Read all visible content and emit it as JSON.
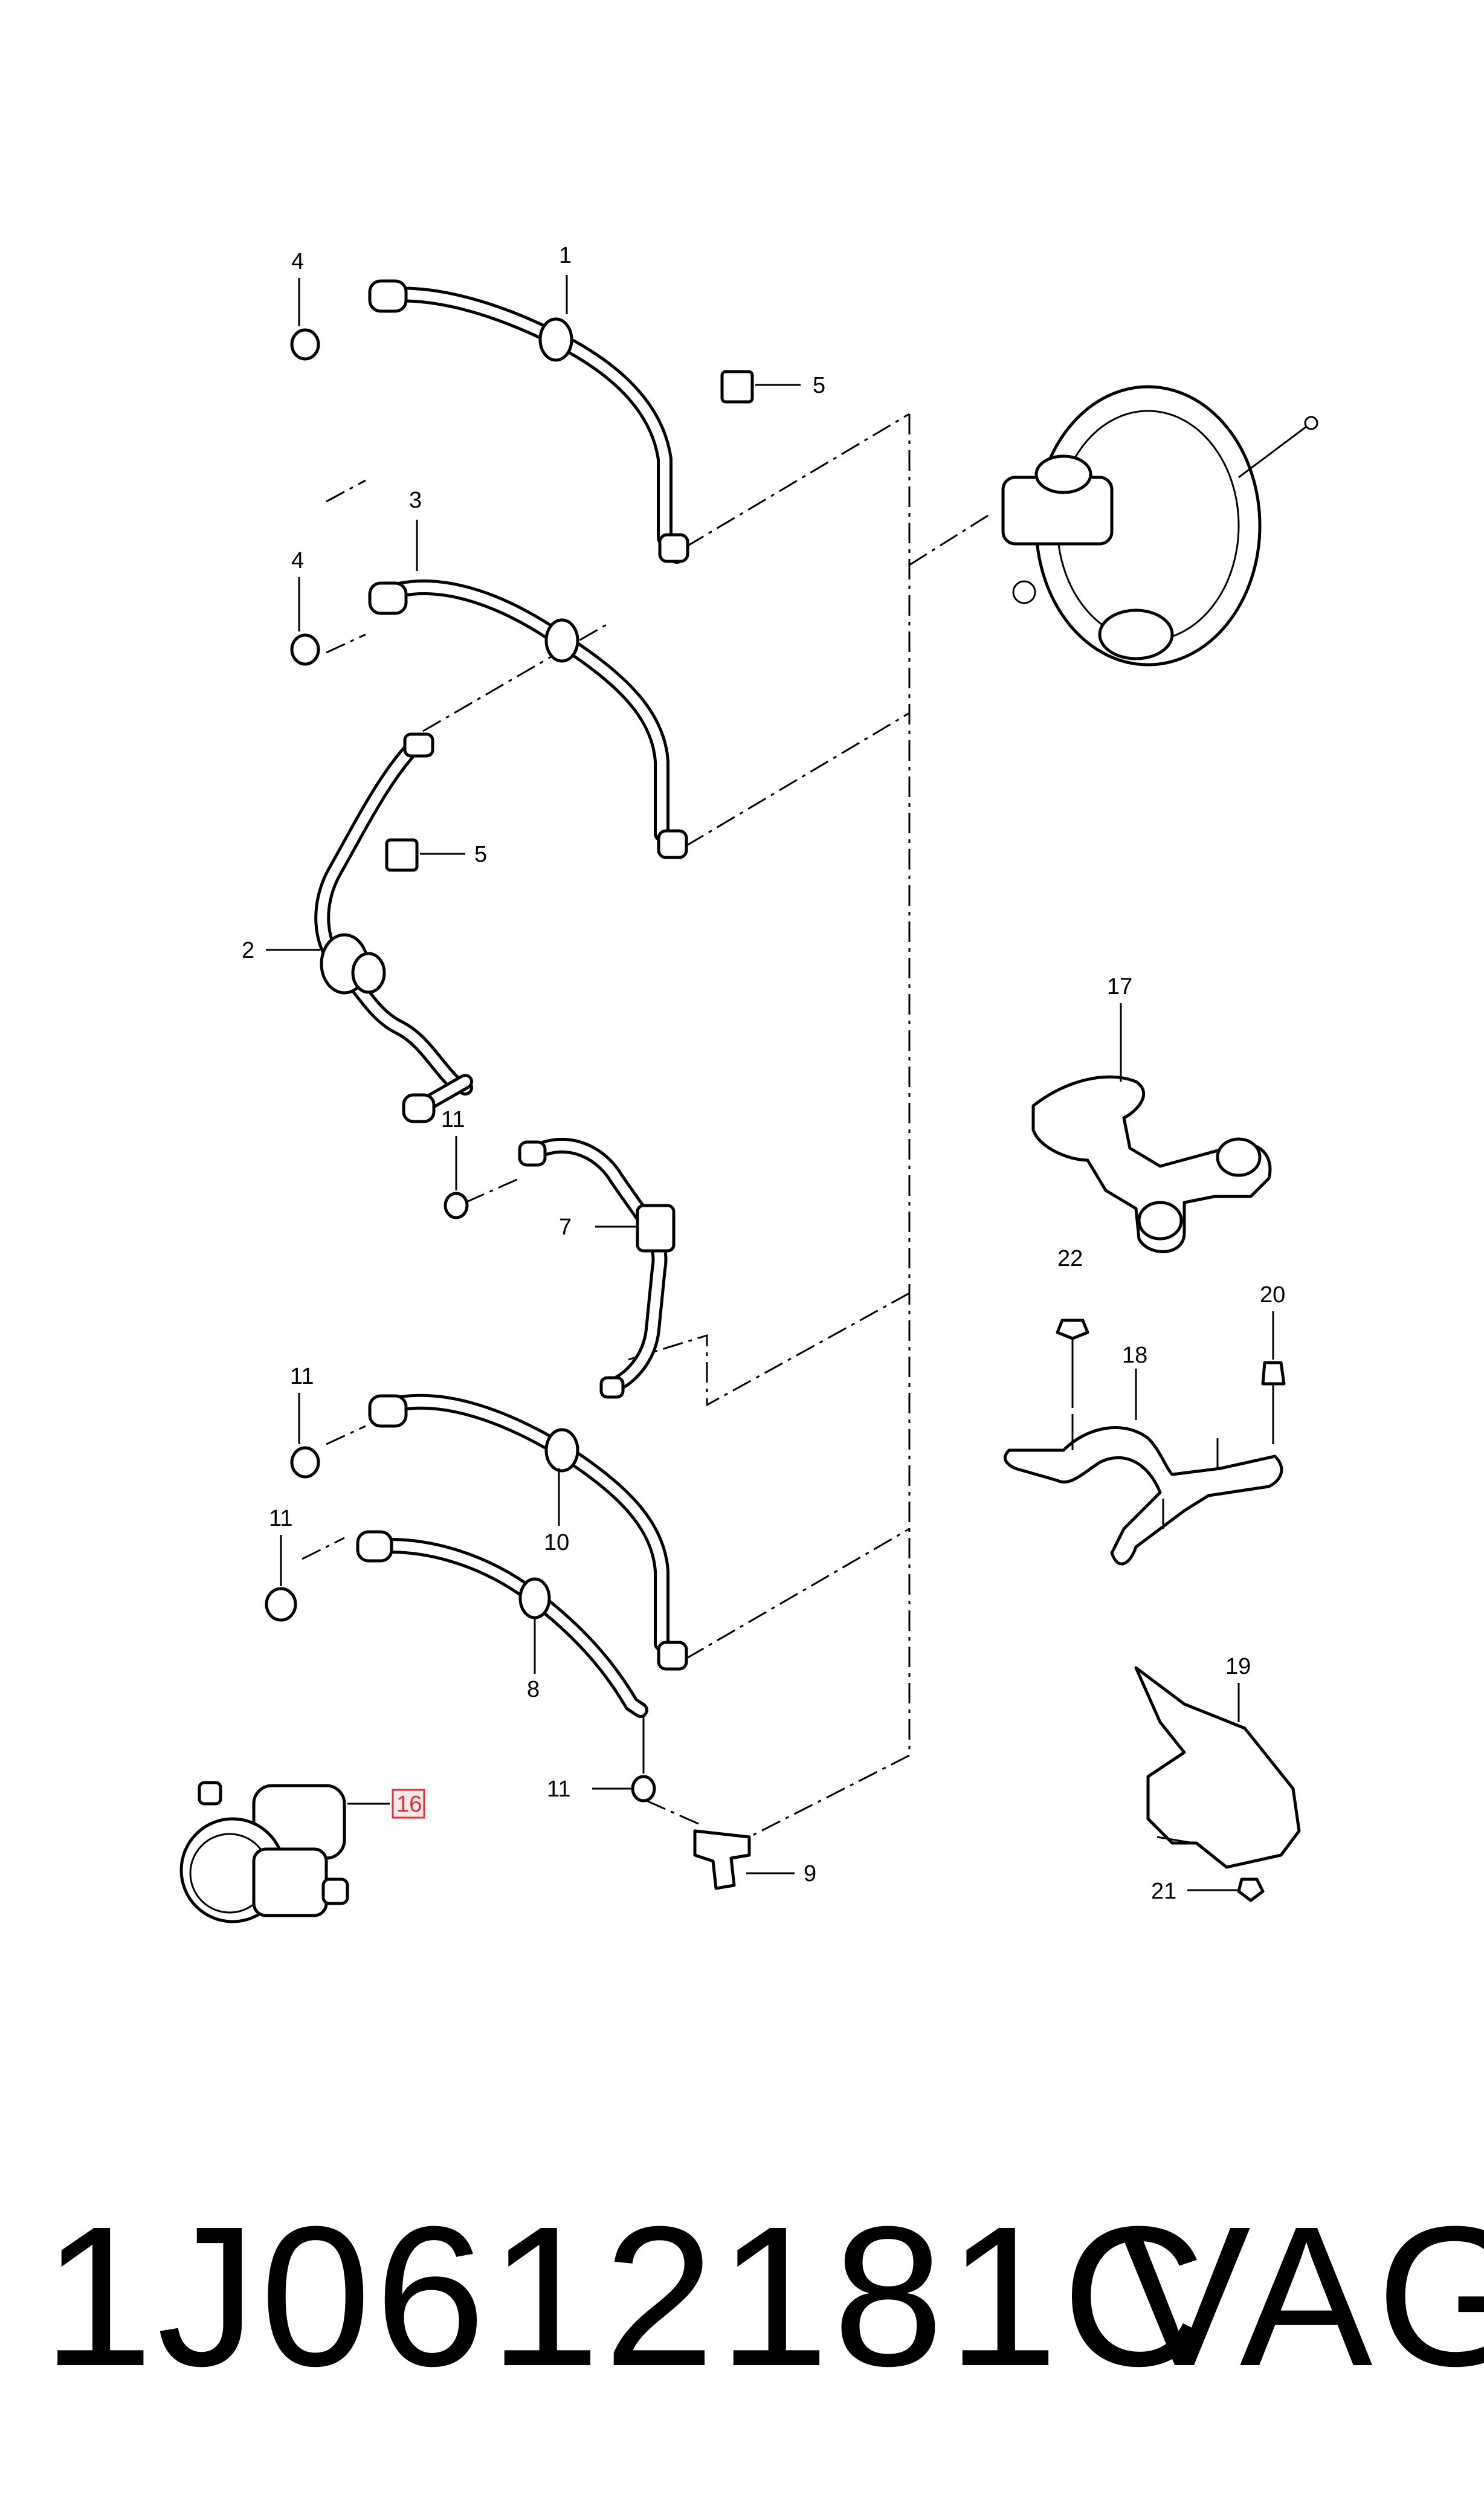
{
  "callouts": {
    "c1": "1",
    "c2": "2",
    "c3": "3",
    "c4a": "4",
    "c4b": "4",
    "c5a": "5",
    "c5b": "5",
    "c7": "7",
    "c8": "8",
    "c9": "9",
    "c10": "10",
    "c11a": "11",
    "c11b": "11",
    "c11c": "11",
    "c11d": "11",
    "c16": "16",
    "c17": "17",
    "c18": "18",
    "c19": "19",
    "c20": "20",
    "c21": "21",
    "c22": "22"
  },
  "highlight_color": "#e0303a",
  "footer": {
    "part_number": "1J0612181C",
    "brand": "VAG"
  }
}
